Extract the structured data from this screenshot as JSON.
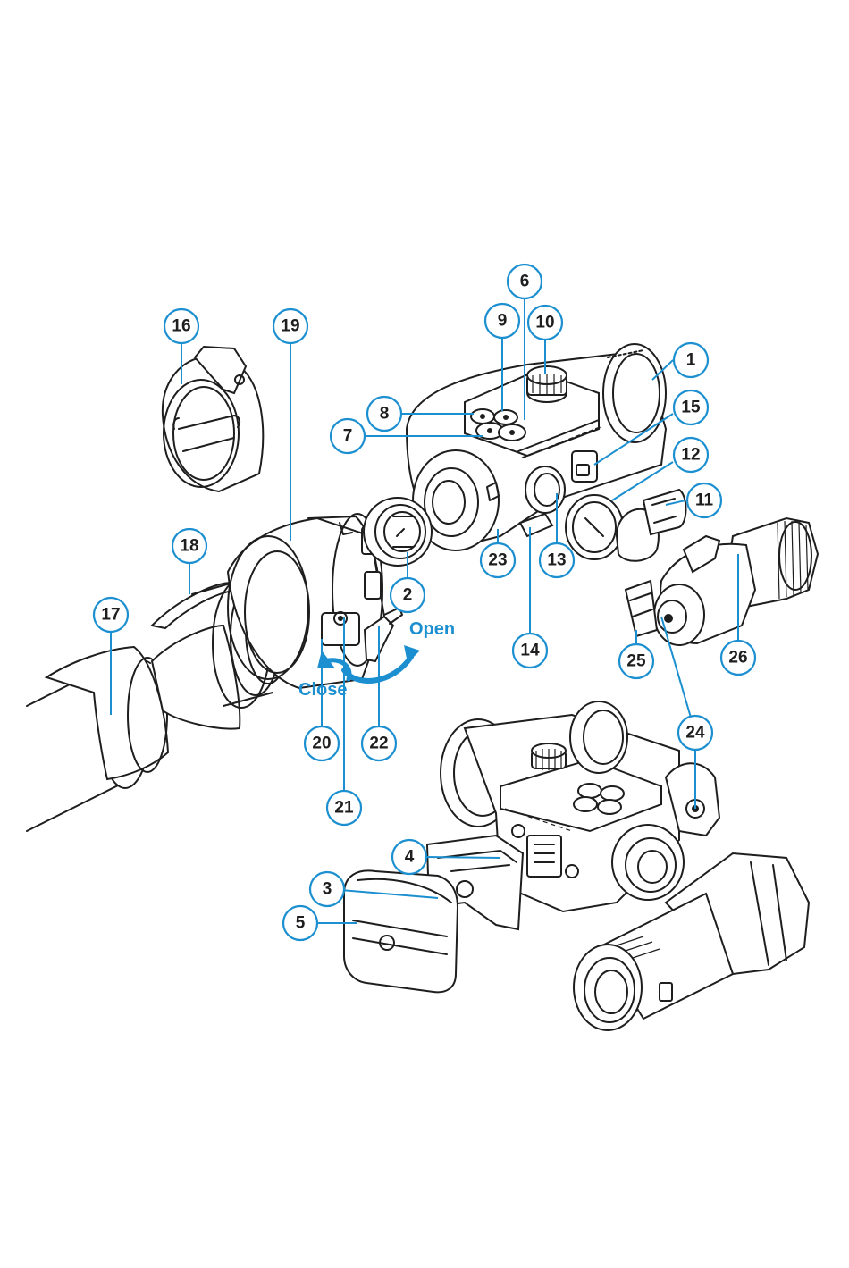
{
  "diagram": {
    "callouts": [
      "1",
      "2",
      "3",
      "4",
      "5",
      "6",
      "7",
      "8",
      "9",
      "10",
      "11",
      "12",
      "13",
      "14",
      "15",
      "16",
      "17",
      "18",
      "19",
      "20",
      "21",
      "22",
      "23",
      "24",
      "25",
      "26"
    ],
    "direction_labels": {
      "open": "Open",
      "close": "Close"
    },
    "colors": {
      "accent": "#1b8fd0",
      "line": "#1e1e1e",
      "background": "#ffffff"
    },
    "icons": {
      "open_arrow": "curved-arrow-clockwise-icon",
      "close_arrow": "curved-arrow-counterclockwise-icon"
    }
  }
}
